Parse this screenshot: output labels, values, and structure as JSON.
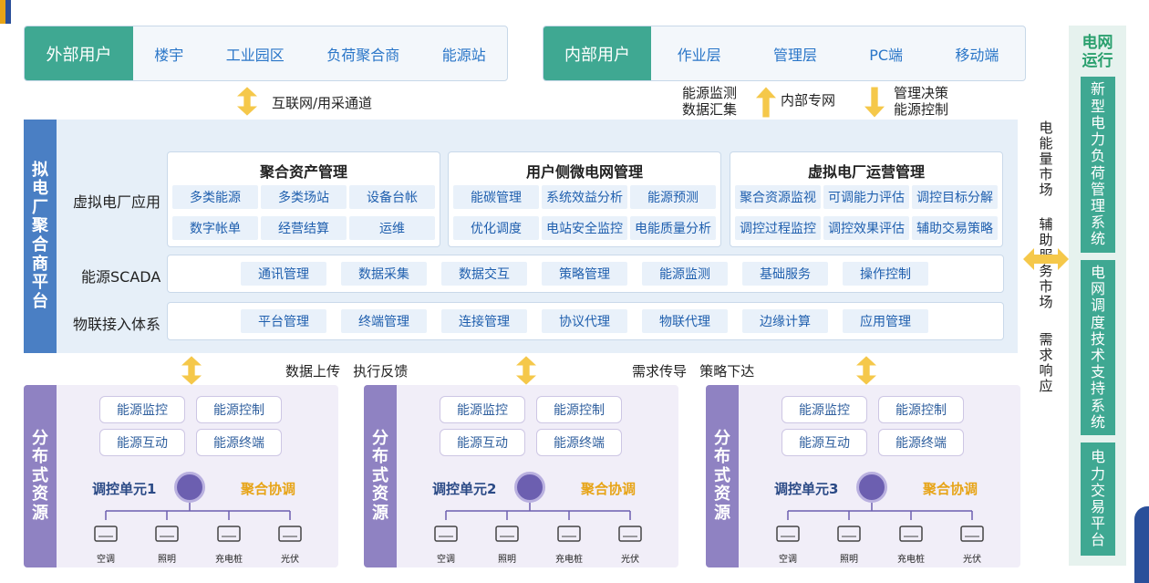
{
  "external": {
    "title": "外部用户",
    "items": [
      "楼宇",
      "工业园区",
      "负荷聚合商",
      "能源站"
    ]
  },
  "internal": {
    "title": "内部用户",
    "items": [
      "作业层",
      "管理层",
      "PC端",
      "移动端"
    ]
  },
  "channels": {
    "internet": "互联网/用采通道",
    "monitor": [
      "能源监测",
      "数据汇集"
    ],
    "private": "内部专网",
    "decision": [
      "管理决策",
      "能源控制"
    ]
  },
  "platform": {
    "title": "拟电厂聚合商平台",
    "rows": {
      "app": "虚拟电厂应用",
      "scada": "能源SCADA",
      "iot": "物联接入体系"
    },
    "groups": [
      {
        "title": "聚合资产管理",
        "items": [
          "多类能源",
          "多类场站",
          "设备台帐",
          "数字帐单",
          "经营结算",
          "运维"
        ]
      },
      {
        "title": "用户侧微电网管理",
        "items": [
          "能碳管理",
          "系统效益分析",
          "能源预测",
          "优化调度",
          "电站安全监控",
          "电能质量分析"
        ]
      },
      {
        "title": "虚拟电厂运营管理",
        "items": [
          "聚合资源监视",
          "可调能力评估",
          "调控目标分解",
          "调控过程监控",
          "调控效果评估",
          "辅助交易策略"
        ]
      }
    ],
    "scada_items": [
      "通讯管理",
      "数据采集",
      "数据交互",
      "策略管理",
      "能源监测",
      "基础服务",
      "操作控制"
    ],
    "iot_items": [
      "平台管理",
      "终端管理",
      "连接管理",
      "协议代理",
      "物联代理",
      "边缘计算",
      "应用管理"
    ]
  },
  "flow": {
    "left": "数据上传   执行反馈",
    "right": "需求传导   策略下达"
  },
  "units": [
    {
      "head": "分布式资源",
      "buttons": [
        "能源监控",
        "能源控制",
        "能源互动",
        "能源终端"
      ],
      "name": "调控单元1",
      "coord": "聚合协调",
      "devices": [
        "空调",
        "照明",
        "充电桩",
        "光伏"
      ]
    },
    {
      "head": "分布式资源",
      "buttons": [
        "能源监控",
        "能源控制",
        "能源互动",
        "能源终端"
      ],
      "name": "调控单元2",
      "coord": "聚合协调",
      "devices": [
        "空调",
        "照明",
        "充电桩",
        "光伏"
      ]
    },
    {
      "head": "分布式资源",
      "buttons": [
        "能源监控",
        "能源控制",
        "能源互动",
        "能源终端"
      ],
      "name": "调控单元3",
      "coord": "聚合协调",
      "devices": [
        "空调",
        "照明",
        "充电桩",
        "光伏"
      ]
    }
  ],
  "markets": {
    "energy": "电能量市场",
    "ancillary": "辅助服务市场",
    "demand": "需求响应"
  },
  "grid": {
    "title": "电网运行",
    "systems": [
      "新型电力负荷管理系统",
      "电网调度技术支持系统",
      "电力交易平台"
    ]
  },
  "colors": {
    "green": "#3fa892",
    "blue": "#4a7fc4",
    "purple": "#8f82c2",
    "gold": "#f5c84a"
  }
}
